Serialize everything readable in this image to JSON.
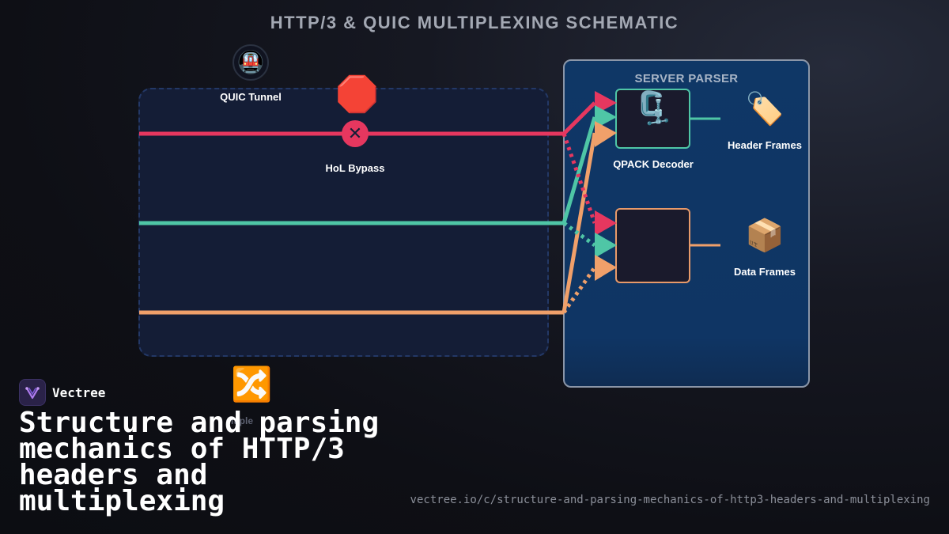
{
  "title": "HTTP/3 & QUIC MULTIPLEXING SCHEMATIC",
  "colors": {
    "stream_red": "#e6375f",
    "stream_green": "#4fc6a6",
    "stream_orange": "#f0a06a",
    "tunnel_fill": "#141d36",
    "server_fill": "#0f3766"
  },
  "tunnel": {
    "label": "QUIC Tunnel",
    "icon": "metro-train-icon",
    "icon_glyph": "🚇"
  },
  "hol": {
    "label": "HoL Bypass",
    "icon": "stop-sign-icon",
    "icon_glyph": "🛑",
    "mark_glyph": "✕"
  },
  "multiplexer": {
    "icon": "shuffle-icon",
    "icon_glyph": "🔀",
    "partial_label": "ltiple"
  },
  "server": {
    "title": "SERVER PARSER",
    "decoder_label": "QPACK Decoder",
    "decoder_icon": "clamp-icon",
    "decoder_glyph": "🗜️",
    "header_frames_label": "Header Frames",
    "header_frames_icon": "label-tag-icon",
    "header_frames_glyph": "🏷️",
    "data_frames_label": "Data Frames",
    "data_frames_icon": "package-icon",
    "data_frames_glyph": "📦"
  },
  "brand": {
    "name": "Vectree",
    "headline": "Structure and parsing mechanics of HTTP/3 headers and multiplexing",
    "url": "vectree.io/c/structure-and-parsing-mechanics-of-http3-headers-and-multiplexing"
  }
}
